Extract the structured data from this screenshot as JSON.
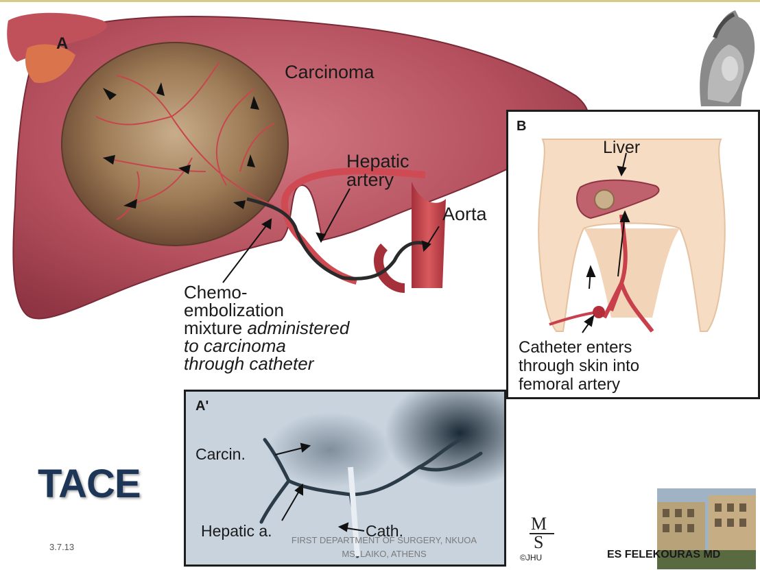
{
  "slide": {
    "title": "TACE",
    "date": "3.7.13",
    "footer_line1": "FIRST DEPARTMENT OF SURGERY, NKUOA",
    "footer_line2": "MS, LAIKO, ATHENS",
    "author": "ES FELEKOURAS MD"
  },
  "figure": {
    "panel_a_letter": "A",
    "carcinoma": "Carcinoma",
    "hepatic_line1": "Hepatic",
    "hepatic_line2": "artery",
    "aorta": "Aorta",
    "chemo_line1": "Chemo-",
    "chemo_line2": "embolization",
    "chemo_line3_plain": "mixture ",
    "chemo_line3_italic": "administered",
    "chemo_line4": "to carcinoma",
    "chemo_line5": "through catheter",
    "panel_b_letter": "B",
    "liver": "Liver",
    "catheter_line1": "Catheter enters",
    "catheter_line2": "through skin into",
    "catheter_line3": "femoral artery",
    "panel_a2_letter": "A'",
    "carcin": "Carcin.",
    "hepatic_a": "Hepatic a.",
    "cath": "Cath.",
    "logo_text": "©JHU"
  },
  "colors": {
    "liver": "#b5505e",
    "tumor": "#8a6a4a",
    "title": "#1d3557",
    "frame": "#1d1d1d"
  }
}
